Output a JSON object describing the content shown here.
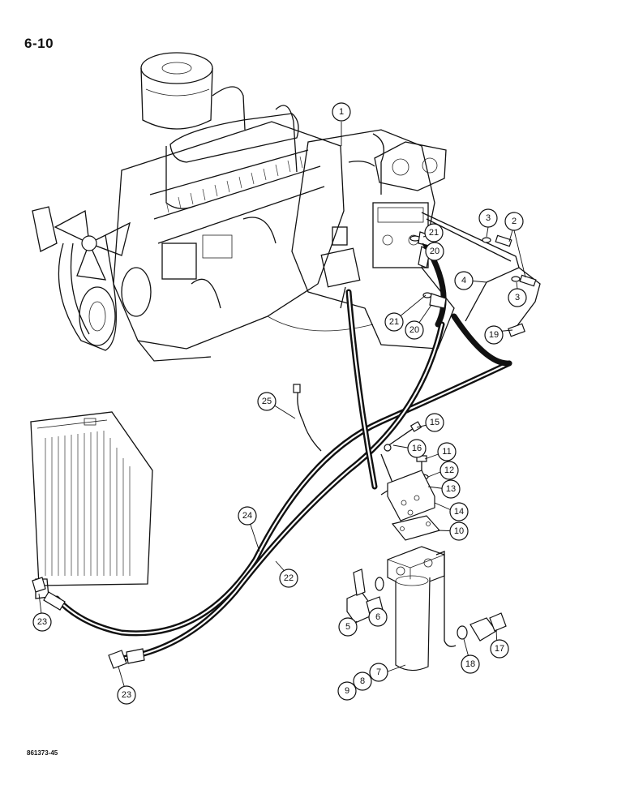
{
  "page": {
    "number": "6-10",
    "figure_code": "861373-45"
  },
  "callouts": [
    {
      "id": "c1",
      "label": "1"
    },
    {
      "id": "c2",
      "label": "2"
    },
    {
      "id": "c3a",
      "label": "3"
    },
    {
      "id": "c3b",
      "label": "3"
    },
    {
      "id": "c4",
      "label": "4"
    },
    {
      "id": "c5",
      "label": "5"
    },
    {
      "id": "c6",
      "label": "6"
    },
    {
      "id": "c7",
      "label": "7"
    },
    {
      "id": "c8",
      "label": "8"
    },
    {
      "id": "c9",
      "label": "9"
    },
    {
      "id": "c10",
      "label": "10"
    },
    {
      "id": "c11",
      "label": "11"
    },
    {
      "id": "c12",
      "label": "12"
    },
    {
      "id": "c13",
      "label": "13"
    },
    {
      "id": "c14",
      "label": "14"
    },
    {
      "id": "c15",
      "label": "15"
    },
    {
      "id": "c16",
      "label": "16"
    },
    {
      "id": "c17",
      "label": "17"
    },
    {
      "id": "c18",
      "label": "18"
    },
    {
      "id": "c19",
      "label": "19"
    },
    {
      "id": "c20a",
      "label": "20"
    },
    {
      "id": "c20b",
      "label": "20"
    },
    {
      "id": "c21a",
      "label": "21"
    },
    {
      "id": "c21b",
      "label": "21"
    },
    {
      "id": "c22",
      "label": "22"
    },
    {
      "id": "c23a",
      "label": "23"
    },
    {
      "id": "c23b",
      "label": "23"
    },
    {
      "id": "c24",
      "label": "24"
    },
    {
      "id": "c25",
      "label": "25"
    }
  ]
}
